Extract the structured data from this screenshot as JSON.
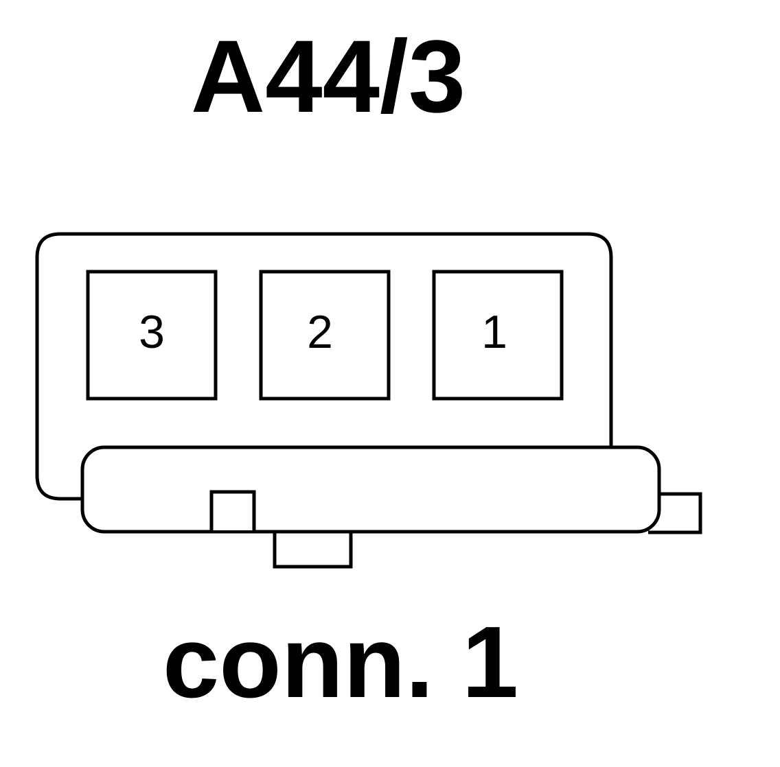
{
  "title": "A44/3",
  "caption": "conn. 1",
  "pins": [
    {
      "label": "3"
    },
    {
      "label": "2"
    },
    {
      "label": "1"
    }
  ],
  "colors": {
    "line": "#000000",
    "background": "#ffffff"
  }
}
